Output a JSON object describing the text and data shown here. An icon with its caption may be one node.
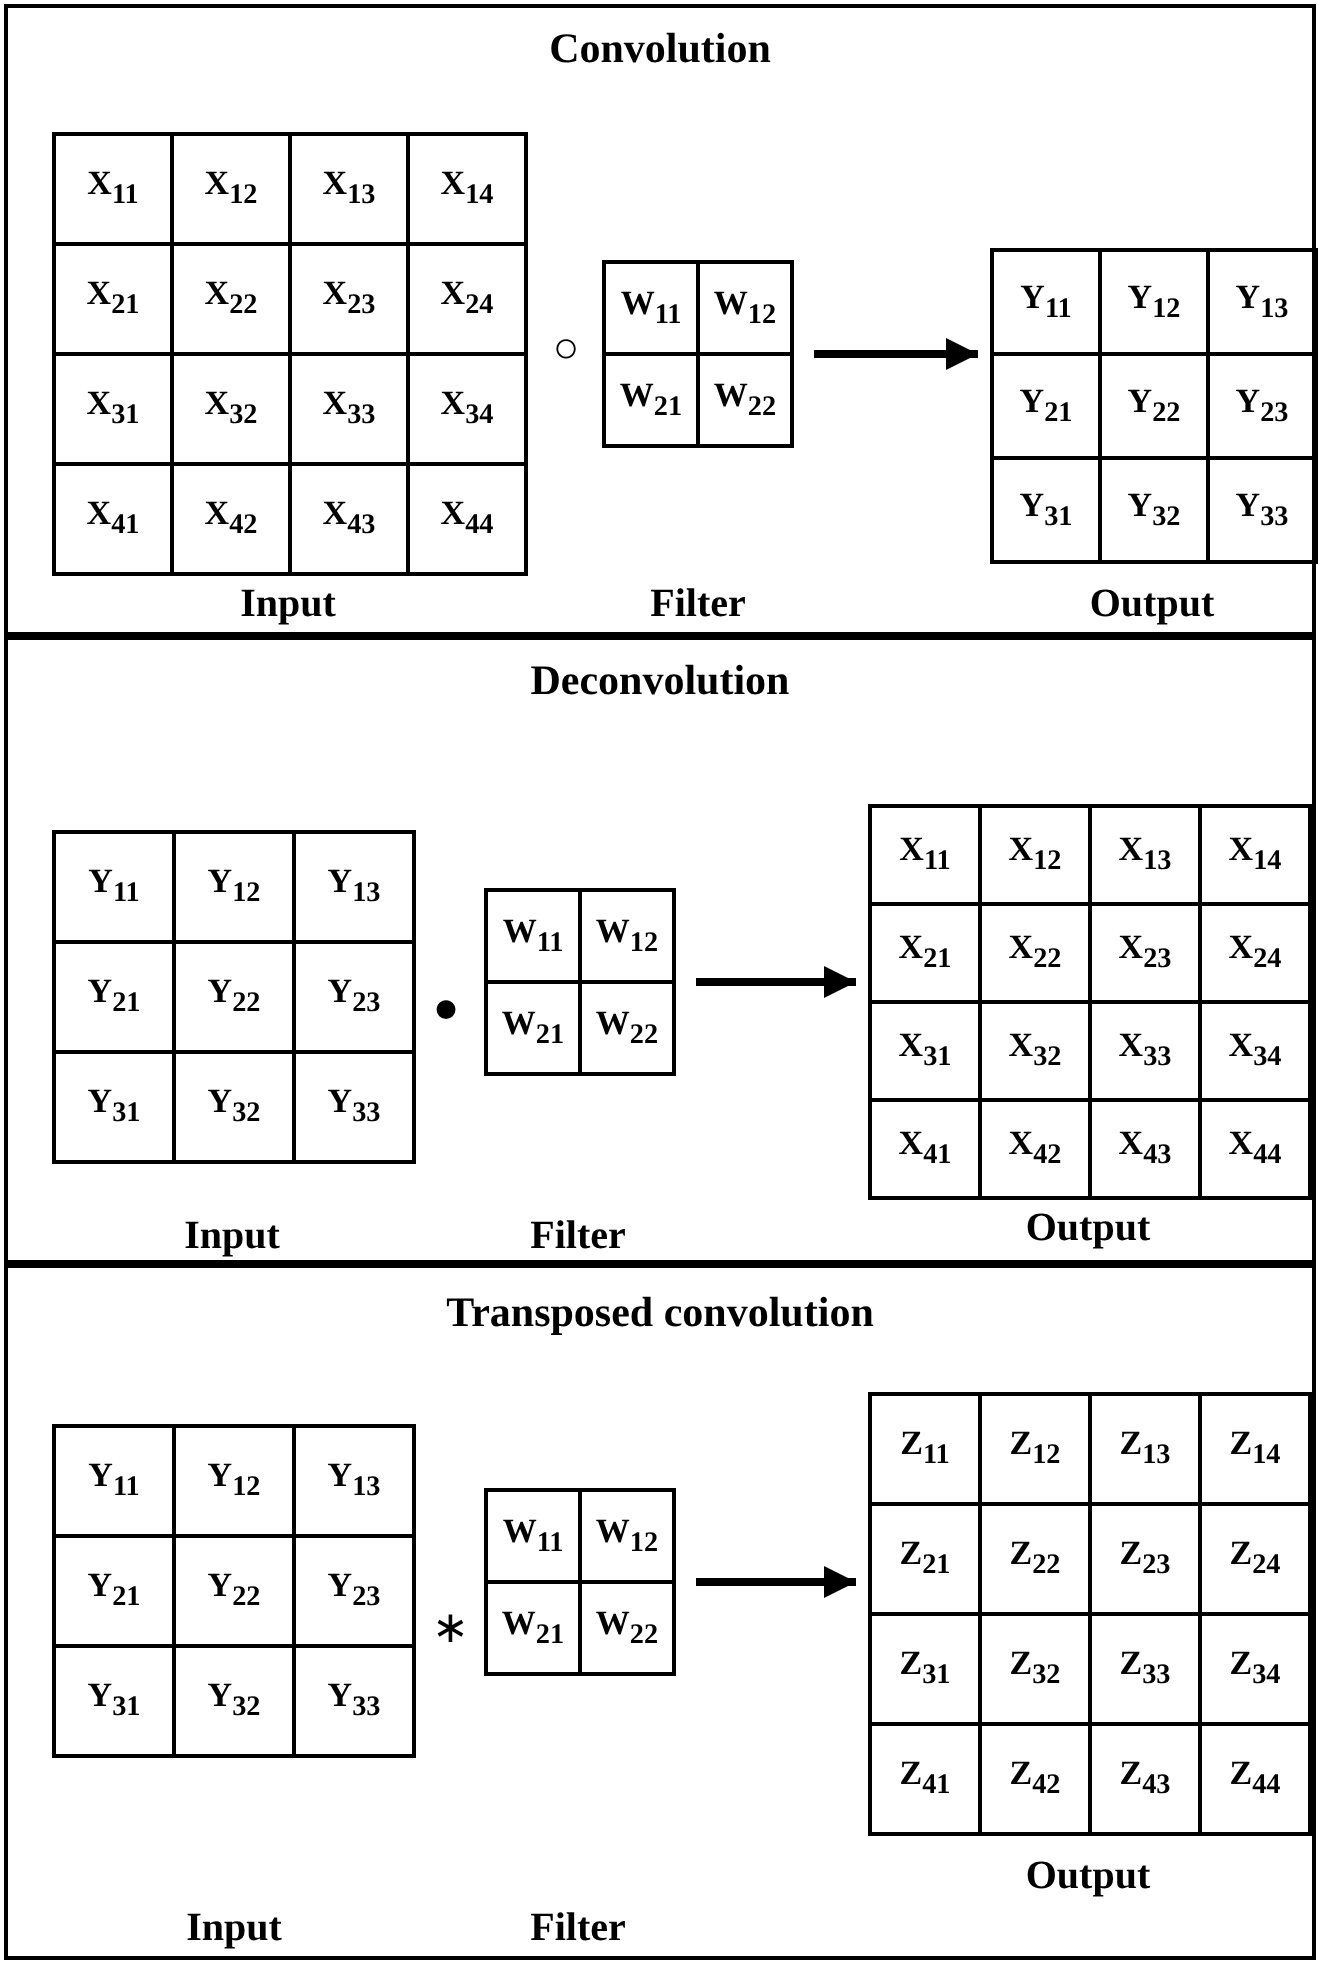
{
  "diagram": {
    "nodes": [
      {
        "text": [
          "Convolution"
        ]
      },
      {
        "text": [
          "X$_{11}$",
          "X$_{12}$",
          "X$_{13}$",
          "X$_{14}$",
          "X$_{21}$",
          "X$_{22}$",
          "X$_{23}$",
          "X$_{24}$",
          "X$_{31}$",
          "X$_{32}$",
          "X$_{33}$",
          "X$_{34}$",
          "X$_{41}$",
          "X$_{42}$",
          "X$_{43}$",
          "X$_{44}$"
        ],
        "in": 0,
        "beside": [
          "Input"
        ]
      },
      {
        "text": [
          "W$_{11}$",
          "W$_{12}$",
          "W$_{21}$",
          "W$_{22}$"
        ],
        "in": 0
      },
      {
        "text": [
          "Y$_{11}$",
          "Y$_{12}$",
          "Y$_{13}$",
          "Y$_{21}$",
          "Y$_{22}$",
          "Y$_{23}$",
          "Y$_{31}$",
          "Y$_{32}$",
          "Y$_{33}$"
        ],
        "in": 0,
        "beside": [
          "Output"
        ]
      },
      {
        "text": [
          "Deconvolution"
        ]
      },
      {
        "text": [
          "Y$_{11}$",
          "Y$_{12}$",
          "Y$_{13}$",
          "Y$_{21}$",
          "Y$_{22}$",
          "Y$_{23}$",
          "Y$_{31}$",
          "Y$_{32}$",
          "Y$_{33}$"
        ],
        "in": 4,
        "beside": [
          "Input"
        ]
      },
      {
        "text": [
          "W$_{11}$",
          "W$_{12}$",
          "W$_{21}$",
          "W$_{22}$"
        ],
        "in": 4
      },
      {
        "text": [
          "X$_{11}$",
          "X$_{12}$",
          "X$_{13}$",
          "X$_{14}$",
          "X$_{21}$",
          "X$_{22}$",
          "X$_{23}$",
          "X$_{24}$",
          "X$_{31}$",
          "X$_{32}$",
          "X$_{33}$",
          "X$_{34}$",
          "X$_{41}$",
          "X$_{42}$",
          "X$_{43}$",
          "X$_{44}$"
        ],
        "in": 4,
        "beside": [
          "Output"
        ]
      },
      {
        "text": [
          "Transposed convolution"
        ]
      },
      {
        "text": [
          "Y$_{11}$",
          "Y$_{12}$",
          "Y$_{13}$",
          "Y$_{21}$",
          "Y$_{22}$",
          "Y$_{23}$",
          "Y$_{31}$",
          "Y$_{32}$",
          "Y$_{33}$"
        ],
        "in": 8
      },
      {
        "text": [
          "W$_{11}$",
          "W$_{12}$",
          "W$_{21}$",
          "W$_{22}$"
        ],
        "in": 8
      },
      {
        "text": [
          "Z$_{11}$",
          "Z$_{12}$",
          "Z$_{13}$",
          "Z$_{14}$",
          "Z$_{21}$",
          "Z$_{22}$",
          "Z$_{23}$",
          "Z$_{24}$",
          "Z$_{31}$",
          "Z$_{32}$",
          "Z$_{33}$",
          "Z$_{34}$",
          "Z$_{41}$",
          "Z$_{42}$",
          "Z$_{43}$",
          "Z$_{44}$"
        ],
        "in": 8,
        "beside": [
          "Output"
        ]
      }
    ],
    "edges": [
      {
        "from": 2,
        "to": 3,
        "arrow": "to"
      },
      {
        "from": 6,
        "to": 7,
        "arrow": "to"
      },
      {
        "from": 10,
        "to": 11,
        "arrow": "to"
      }
    ],
    "labels": [
      "○",
      "Filter",
      "●",
      "Filter",
      "∗",
      "Input",
      "Filter"
    ]
  }
}
